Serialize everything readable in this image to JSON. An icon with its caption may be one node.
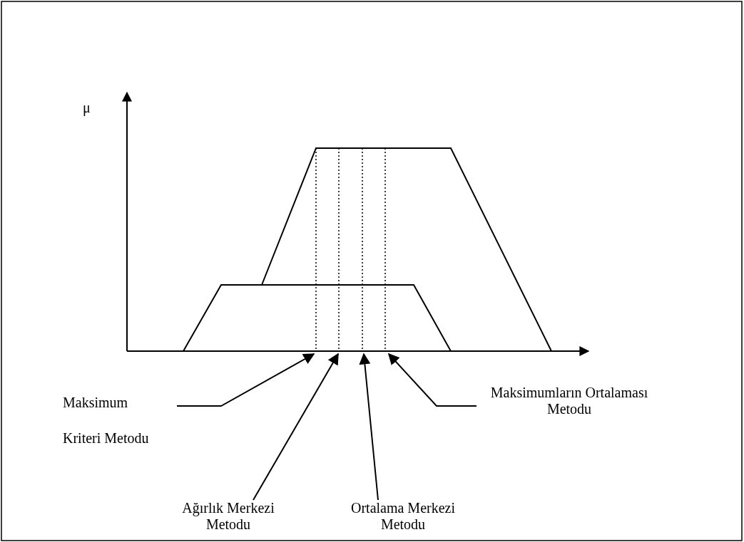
{
  "diagram": {
    "nodes": [
      {
        "text": [
          "Maksimum",
          "Kriteri Metodu"
        ]
      },
      {
        "text": [
          "Ağırlık Merkezi Metodu"
        ]
      },
      {
        "text": [
          "Ortalama Merkezi Metodu"
        ]
      },
      {
        "text": [
          "Maksimumların Ortalaması Metodu"
        ]
      },
      {
        "text": [],
        "shape": "arrow"
      }
    ],
    "edges": [
      {
        "from": 0,
        "to": 4,
        "arrow": "to"
      },
      {
        "from": 1,
        "to": 4,
        "arrow": "to"
      },
      {
        "from": 2,
        "to": 4,
        "arrow": "to"
      },
      {
        "from": 3,
        "to": 4,
        "arrow": "to"
      }
    ],
    "labels": [
      "μ"
    ]
  }
}
